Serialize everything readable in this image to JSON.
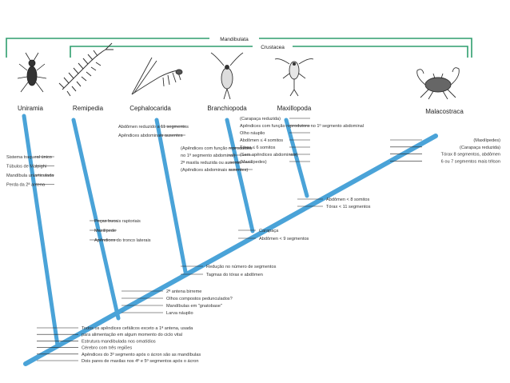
{
  "colors": {
    "branch": "#4aa3d8",
    "bracket_outer": "#2f9e6e",
    "bracket_inner": "#2f9e6e",
    "tick": "#222222",
    "text": "#222222"
  },
  "brackets": {
    "mandibulata": "Mandibulata",
    "crustacea": "Crustacea"
  },
  "taxa": {
    "uniramia": "Uniramia",
    "remipedia": "Remipedia",
    "cephalocarida": "Cephalocarida",
    "branchiopoda": "Branchiopoda",
    "maxillopoda": "Maxillopoda",
    "malacostraca": "Malacostraca"
  },
  "animal_icons": {
    "uniramia": "beetle-icon",
    "remipedia": "remipede-icon",
    "cephalocarida": "cephalocarid-icon",
    "branchiopoda": "branchiopod-icon",
    "maxillopoda": "copepod-icon",
    "malacostraca": "crab-icon"
  },
  "traits": {
    "uniramia": [
      "Sistema traqueal único",
      "Túbulos de Malpighi",
      "Mandíbula uniarticulada",
      "Perda da 2ª antena"
    ],
    "remipedia": [
      "Peças bucais raptoriais",
      "Maxilípede",
      "Apêndices do tronco laterais"
    ],
    "cephalocarida": [
      "Abdômen reduzido a 11 segmentos",
      "Apêndices abdominais ausentes"
    ],
    "branchiopoda": [
      "(Apêndices com função reprodutora",
      "no 1º segmento abdominal)",
      "2ª maxila reduzida ou ausente",
      "(Apêndices abdominais ausentes)"
    ],
    "maxillopoda": [
      "(Carapaça reduzida)",
      "Apêndices com função reprodutora no 1º segmento abdominal",
      "Olho náuplio",
      "Abdômen ≤ 4 somitos",
      "Tórax ≤ 6 somitos",
      "(Sem apêndices abdominais)",
      "(Maxilípedes)"
    ],
    "malacostraca": [
      "(Maxilípedes)",
      "(Carapaça reduzida)",
      "Tórax 8 segmentos, abdômen",
      "6 ou 7 segmentos mais télson"
    ],
    "node_maxillo_malaco": [
      "Abdômen < 8 somitos",
      "Tórax < 11 segmentos"
    ],
    "node_branchio": [
      "Carapaça",
      "Abdômen < 9 segmentos"
    ],
    "node_cephalo": [
      "Redução no número de segmentos",
      "Tagmas do tórax e abdômen"
    ],
    "node_remipedia": [
      "2ª antena birreme",
      "Olhos compostos pedunculados?",
      "Mandíbulas em \"gnatobase\"",
      "Larva náuplio"
    ],
    "base": [
      "Todos os apêndices cefálicos exceto a 1ª antena, usada",
      "para alimentação em algum momento do ciclo vital",
      "Estrutura mandibulada nos omatídios",
      "Cérebro com três regiões",
      "Apêndices do 3º segmento após o ácron são as mandíbulas",
      "Dois pares de maxilas nos 4º e 5º segmentos após o ácron"
    ]
  }
}
